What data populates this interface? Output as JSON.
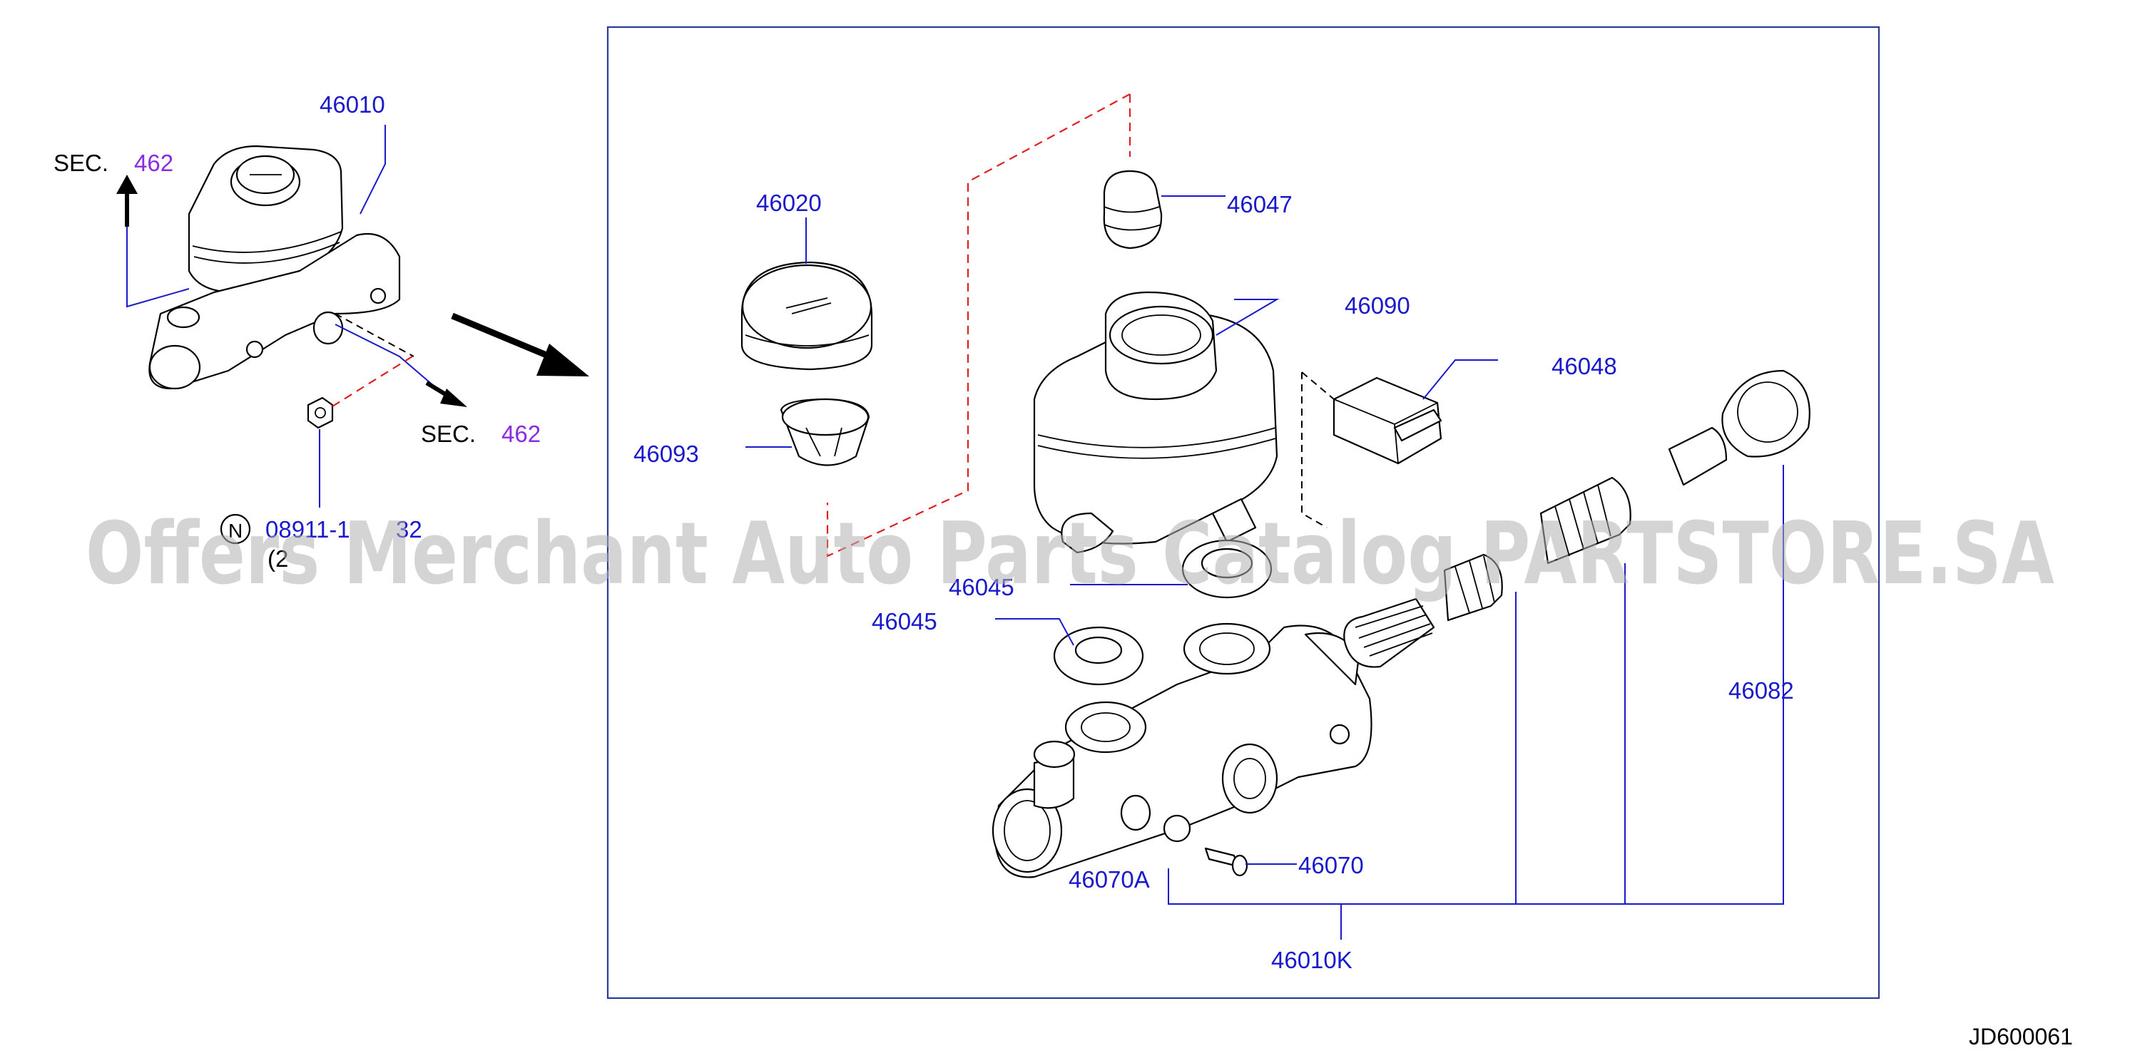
{
  "labels": {
    "p46010": "46010",
    "sec_top_prefix": "SEC.",
    "sec_top_num": "462",
    "sec_bottom_prefix": "SEC.",
    "sec_bottom_num": "462",
    "nut_marker": "N",
    "nut_part": "08911-1",
    "nut_part_tail": "32",
    "nut_qty": "(2",
    "p46020": "46020",
    "p46047": "46047",
    "p46090": "46090",
    "p46048": "46048",
    "p46093": "46093",
    "p46045_a": "46045",
    "p46045_b": "46045",
    "p46082": "46082",
    "p46070": "46070",
    "p46070A": "46070A",
    "p46010K": "46010K",
    "diagram_code": "JD600061"
  },
  "watermark": "Offers Merchant Auto Parts Catalog PARTSTORE.SA",
  "colors": {
    "label_blue": "#1a1acc",
    "section_purple": "#8a2be2",
    "hidden_line_red": "#e02020",
    "frame_blue": "#2a3a99",
    "watermark_gray": "#b0b0b0"
  }
}
